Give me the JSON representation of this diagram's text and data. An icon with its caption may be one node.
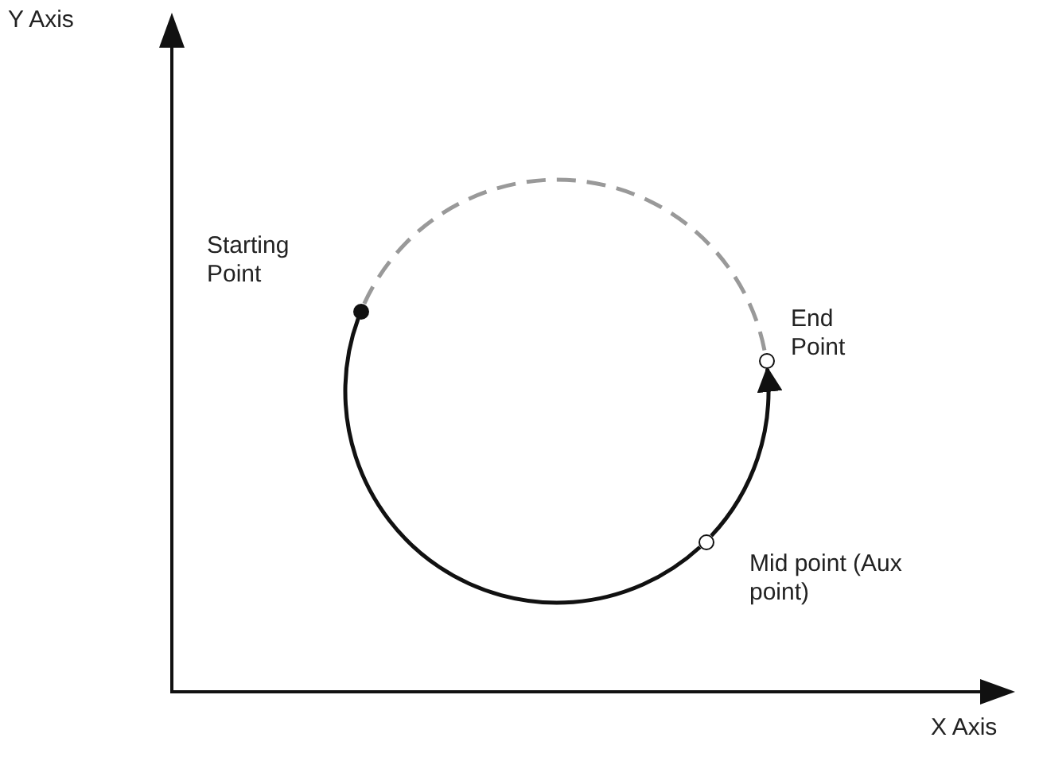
{
  "diagram": {
    "nodes": [
      {
        "text": [],
        "shape": "circle",
        "beside": [
          "Starting Point"
        ]
      },
      {
        "text": [],
        "shape": "circle",
        "beside": [
          "Mid point (Aux point)"
        ]
      },
      {
        "text": [],
        "shape": "circle",
        "beside": [
          "End Point"
        ]
      }
    ],
    "edges": [
      {
        "from": 0,
        "to": 1,
        "arrow": "none"
      },
      {
        "from": 1,
        "to": 2,
        "arrow": "to"
      },
      {
        "from": 0,
        "to": 2,
        "arrow": "none",
        "style": "dashed",
        "color": "#999999"
      }
    ],
    "labels": [
      "Y Axis",
      "X Axis"
    ]
  }
}
